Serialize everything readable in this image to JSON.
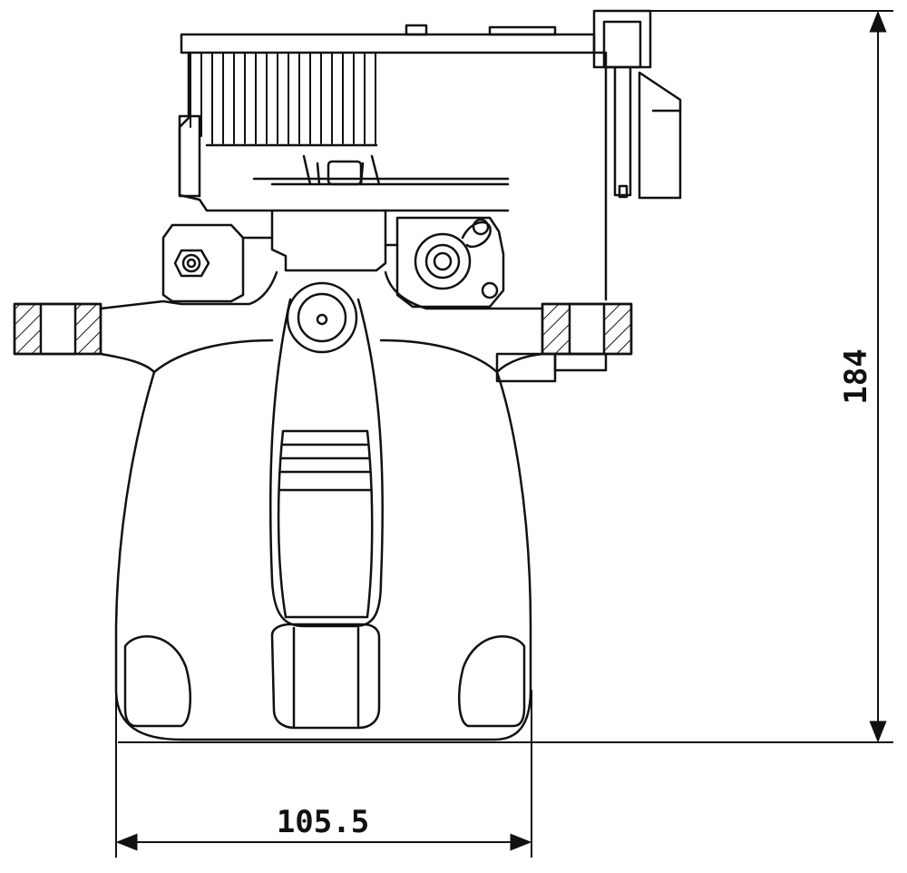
{
  "dimensions": {
    "height": {
      "label": "184",
      "value": 184
    },
    "width": {
      "label": "105.5",
      "value": 105.5
    }
  },
  "colors": {
    "line": "#111111",
    "background": "#ffffff"
  }
}
